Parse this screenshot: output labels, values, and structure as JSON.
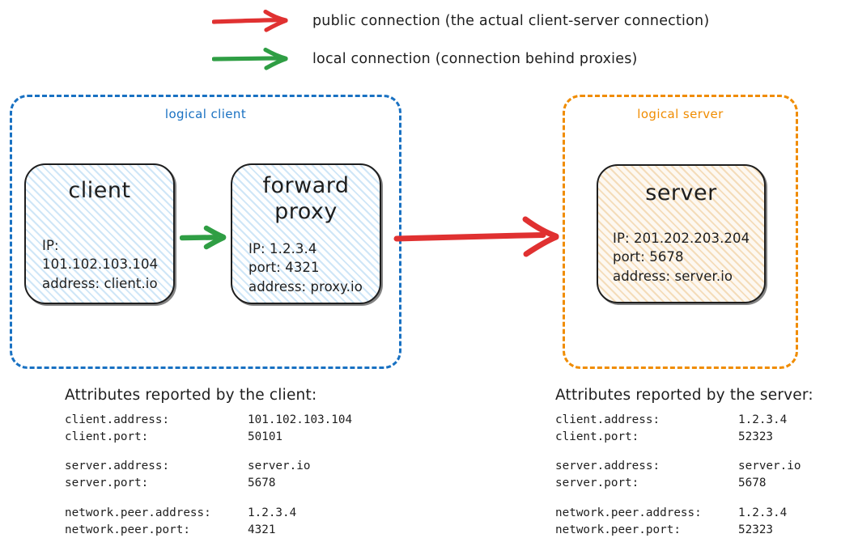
{
  "legend": {
    "items": [
      {
        "icon": "red-arrow-right-icon",
        "color": "#e03131",
        "label": "public connection (the actual client-server connection)"
      },
      {
        "icon": "green-arrow-right-icon",
        "color": "#2f9e44",
        "label": "local connection (connection behind proxies)"
      }
    ]
  },
  "groups": {
    "client": {
      "label": "logical client",
      "color": "#1971c2"
    },
    "server": {
      "label": "logical server",
      "color": "#f08c00"
    }
  },
  "nodes": {
    "client": {
      "title": "client",
      "attrs": "IP: 101.102.103.104\naddress: client.io",
      "fill": "#cfe6f7"
    },
    "forward_proxy": {
      "title": "forward\nproxy",
      "attrs": "IP: 1.2.3.4\nport: 4321\naddress: proxy.io",
      "fill": "#cfe6f7"
    },
    "server": {
      "title": "server",
      "attrs": "IP: 201.202.203.204\nport: 5678\naddress: server.io",
      "fill": "#f4dcb9"
    }
  },
  "connections": {
    "local": {
      "icon": "green-arrow-right-icon",
      "color": "#2f9e44",
      "from": "client",
      "to": "forward proxy"
    },
    "public": {
      "icon": "red-arrow-right-icon",
      "color": "#e03131",
      "from": "forward proxy",
      "to": "server"
    }
  },
  "attributes_client": {
    "heading": "Attributes reported by the client:",
    "groups": [
      [
        {
          "key": "client.address:",
          "value": "101.102.103.104"
        },
        {
          "key": "client.port:",
          "value": "50101"
        }
      ],
      [
        {
          "key": "server.address:",
          "value": "server.io"
        },
        {
          "key": "server.port:",
          "value": "5678"
        }
      ],
      [
        {
          "key": "network.peer.address:",
          "value": "1.2.3.4"
        },
        {
          "key": "network.peer.port:",
          "value": "4321"
        }
      ]
    ]
  },
  "attributes_server": {
    "heading": "Attributes reported by the server:",
    "groups": [
      [
        {
          "key": "client.address:",
          "value": "1.2.3.4"
        },
        {
          "key": "client.port:",
          "value": "52323"
        }
      ],
      [
        {
          "key": "server.address:",
          "value": "server.io"
        },
        {
          "key": "server.port:",
          "value": "5678"
        }
      ],
      [
        {
          "key": "network.peer.address:",
          "value": "1.2.3.4"
        },
        {
          "key": "network.peer.port:",
          "value": "52323"
        }
      ]
    ]
  }
}
